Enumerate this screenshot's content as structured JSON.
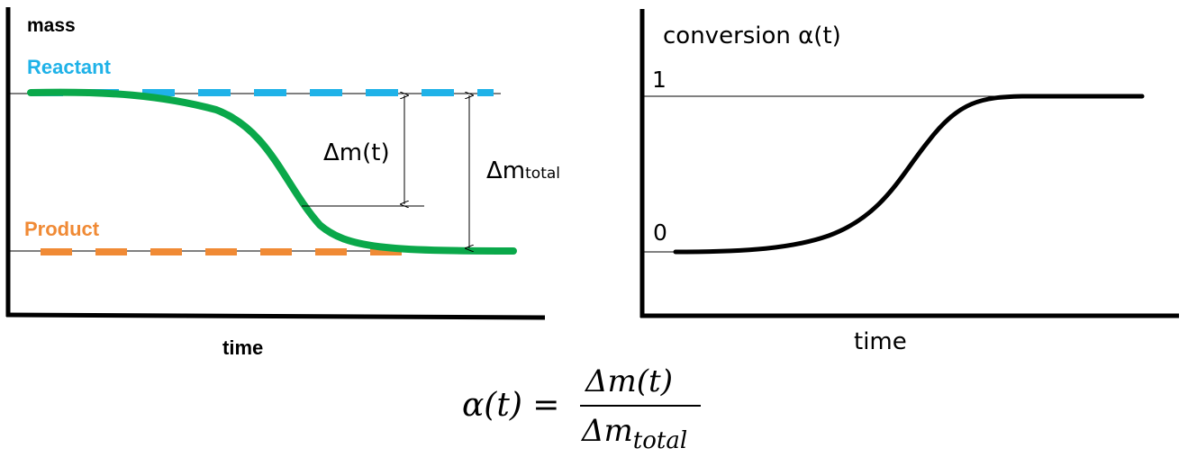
{
  "left_panel": {
    "y_axis_label": "mass",
    "x_axis_label": "time",
    "reactant_label": "Reactant",
    "product_label": "Product",
    "delta_m_label": "Δm(t)",
    "delta_m_total_main": "Δm",
    "delta_m_total_sub": "total"
  },
  "right_panel": {
    "y_axis_label": "conversion α(t)",
    "x_axis_label": "time",
    "tick_one": "1",
    "tick_zero": "0"
  },
  "formula": {
    "lhs": "α(t) =",
    "numerator": "Δm(t)",
    "denominator_main": "Δm",
    "denominator_sub": "total"
  },
  "colors": {
    "reactant": "#1fb2e8",
    "product": "#f08a35",
    "mass_curve": "#0aa84a",
    "conversion_curve": "#000000"
  }
}
